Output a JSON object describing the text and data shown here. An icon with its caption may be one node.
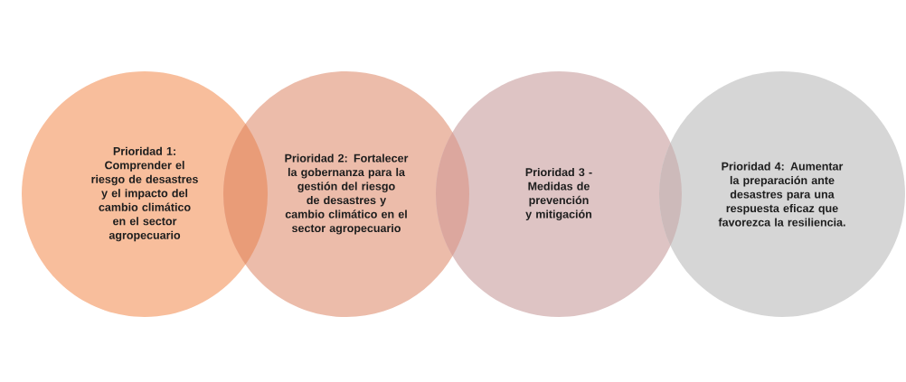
{
  "diagram": {
    "nodes": [
      {
        "text": [
          "Prioridad 1: Comprender el riesgo de desastres y el impacto del cambio climático en el sector agropecuario"
        ]
      },
      {
        "text": [
          "Prioridad 2: Fortalecer la gobernanza para la gestión del riesgo de desastres y cambio climático en el sector agropecuario"
        ]
      },
      {
        "text": [
          "Prioridad 3 - Medidas de prevención y mitigación"
        ]
      },
      {
        "text": [
          "Prioridad 4: Aumentar la preparación ante desastres para una respuesta eficaz que favorezca la resiliencia."
        ]
      }
    ]
  }
}
